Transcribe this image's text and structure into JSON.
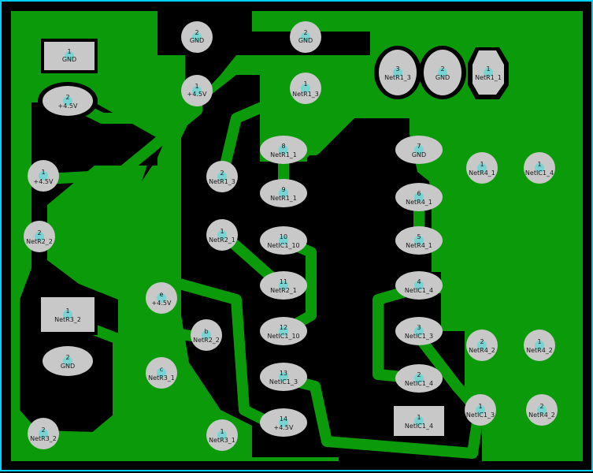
{
  "colors": {
    "background": "#000000",
    "copper_fill": "#0a9a0a",
    "trace": "#0a9a0a",
    "pad": "#c8c8c8",
    "pad_hole": "#7ad3d3",
    "frame": "#00d0ff"
  },
  "pads": [
    {
      "id": "p1",
      "num": "1",
      "net": "GND"
    },
    {
      "id": "p2",
      "num": "2",
      "net": "+4.5V"
    },
    {
      "id": "p3",
      "num": "2",
      "net": "GND"
    },
    {
      "id": "p4",
      "num": "1",
      "net": "+4.5V"
    },
    {
      "id": "p5",
      "num": "2",
      "net": "GND"
    },
    {
      "id": "p6",
      "num": "1",
      "net": "NetR1_3"
    },
    {
      "id": "p7",
      "num": "3",
      "net": "NetR1_3"
    },
    {
      "id": "p8",
      "num": "2",
      "net": "GND"
    },
    {
      "id": "p9",
      "num": "1",
      "net": "NetR1_1"
    },
    {
      "id": "p10",
      "num": "1",
      "net": "+4.5V"
    },
    {
      "id": "p11",
      "num": "2",
      "net": "NetR1_3"
    },
    {
      "id": "p12",
      "num": "8",
      "net": "NetR1_1"
    },
    {
      "id": "p13",
      "num": "9",
      "net": "NetR1_1"
    },
    {
      "id": "p14",
      "num": "7",
      "net": "GND"
    },
    {
      "id": "p15",
      "num": "1",
      "net": "NetR4_1"
    },
    {
      "id": "p16",
      "num": "1",
      "net": "NetIC1_4"
    },
    {
      "id": "p17",
      "num": "6",
      "net": "NetR4_1"
    },
    {
      "id": "p18",
      "num": "2",
      "net": "NetR2_2"
    },
    {
      "id": "p19",
      "num": "1",
      "net": "NetR2_1"
    },
    {
      "id": "p20",
      "num": "10",
      "net": "NetIC1_10"
    },
    {
      "id": "p21",
      "num": "5",
      "net": "NetR4_1"
    },
    {
      "id": "p22",
      "num": "11",
      "net": "NetR2_1"
    },
    {
      "id": "p23",
      "num": "4",
      "net": "NetIC1_4"
    },
    {
      "id": "p24",
      "num": "e",
      "net": "+4.5V"
    },
    {
      "id": "p25",
      "num": "1",
      "net": "NetR3_2"
    },
    {
      "id": "p26",
      "num": "b",
      "net": "NetR2_2"
    },
    {
      "id": "p27",
      "num": "12",
      "net": "NetIC1_10"
    },
    {
      "id": "p28",
      "num": "3",
      "net": "NetIC1_3"
    },
    {
      "id": "p29",
      "num": "2",
      "net": "NetR4_2"
    },
    {
      "id": "p30",
      "num": "1",
      "net": "NetR4_2"
    },
    {
      "id": "p31",
      "num": "2",
      "net": "GND"
    },
    {
      "id": "p32",
      "num": "c",
      "net": "NetR3_1"
    },
    {
      "id": "p33",
      "num": "13",
      "net": "NetIC1_3"
    },
    {
      "id": "p34",
      "num": "2",
      "net": "NetIC1_4"
    },
    {
      "id": "p35",
      "num": "1",
      "net": "NetIC1_3"
    },
    {
      "id": "p36",
      "num": "2",
      "net": "NetR4_2"
    },
    {
      "id": "p37",
      "num": "1",
      "net": "NetIC1_4"
    },
    {
      "id": "p38",
      "num": "14",
      "net": "+4.5V"
    },
    {
      "id": "p39",
      "num": "2",
      "net": "NetR3_2"
    },
    {
      "id": "p40",
      "num": "1",
      "net": "NetR3_1"
    }
  ]
}
